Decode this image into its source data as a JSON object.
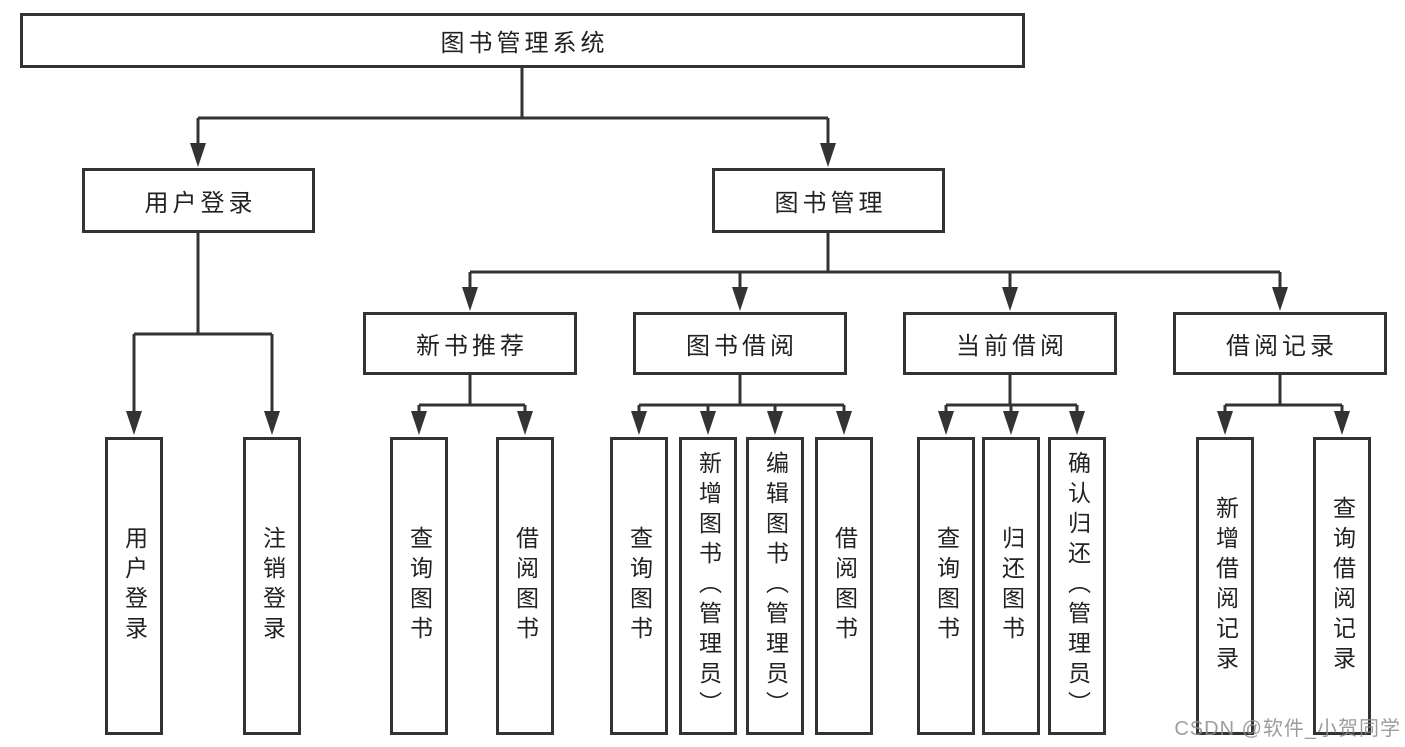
{
  "nodes": {
    "root": "图书管理系统",
    "level2": [
      "用户登录",
      "图书管理"
    ],
    "level3": [
      "新书推荐",
      "图书借阅",
      "当前借阅",
      "借阅记录"
    ],
    "level4": [
      "用户登录",
      "注销登录",
      "查询图书",
      "借阅图书",
      "查询图书",
      "新增图书（管理员）",
      "编辑图书（管理员）",
      "借阅图书",
      "查询图书",
      "归还图书",
      "确认归还（管理员）",
      "新增借阅记录",
      "查询借阅记录"
    ]
  },
  "watermark": "CSDN @软件_小贺同学",
  "colors": {
    "line": "#333333",
    "text": "#222222",
    "background": "#ffffff",
    "watermark": "#8c8c8c"
  }
}
